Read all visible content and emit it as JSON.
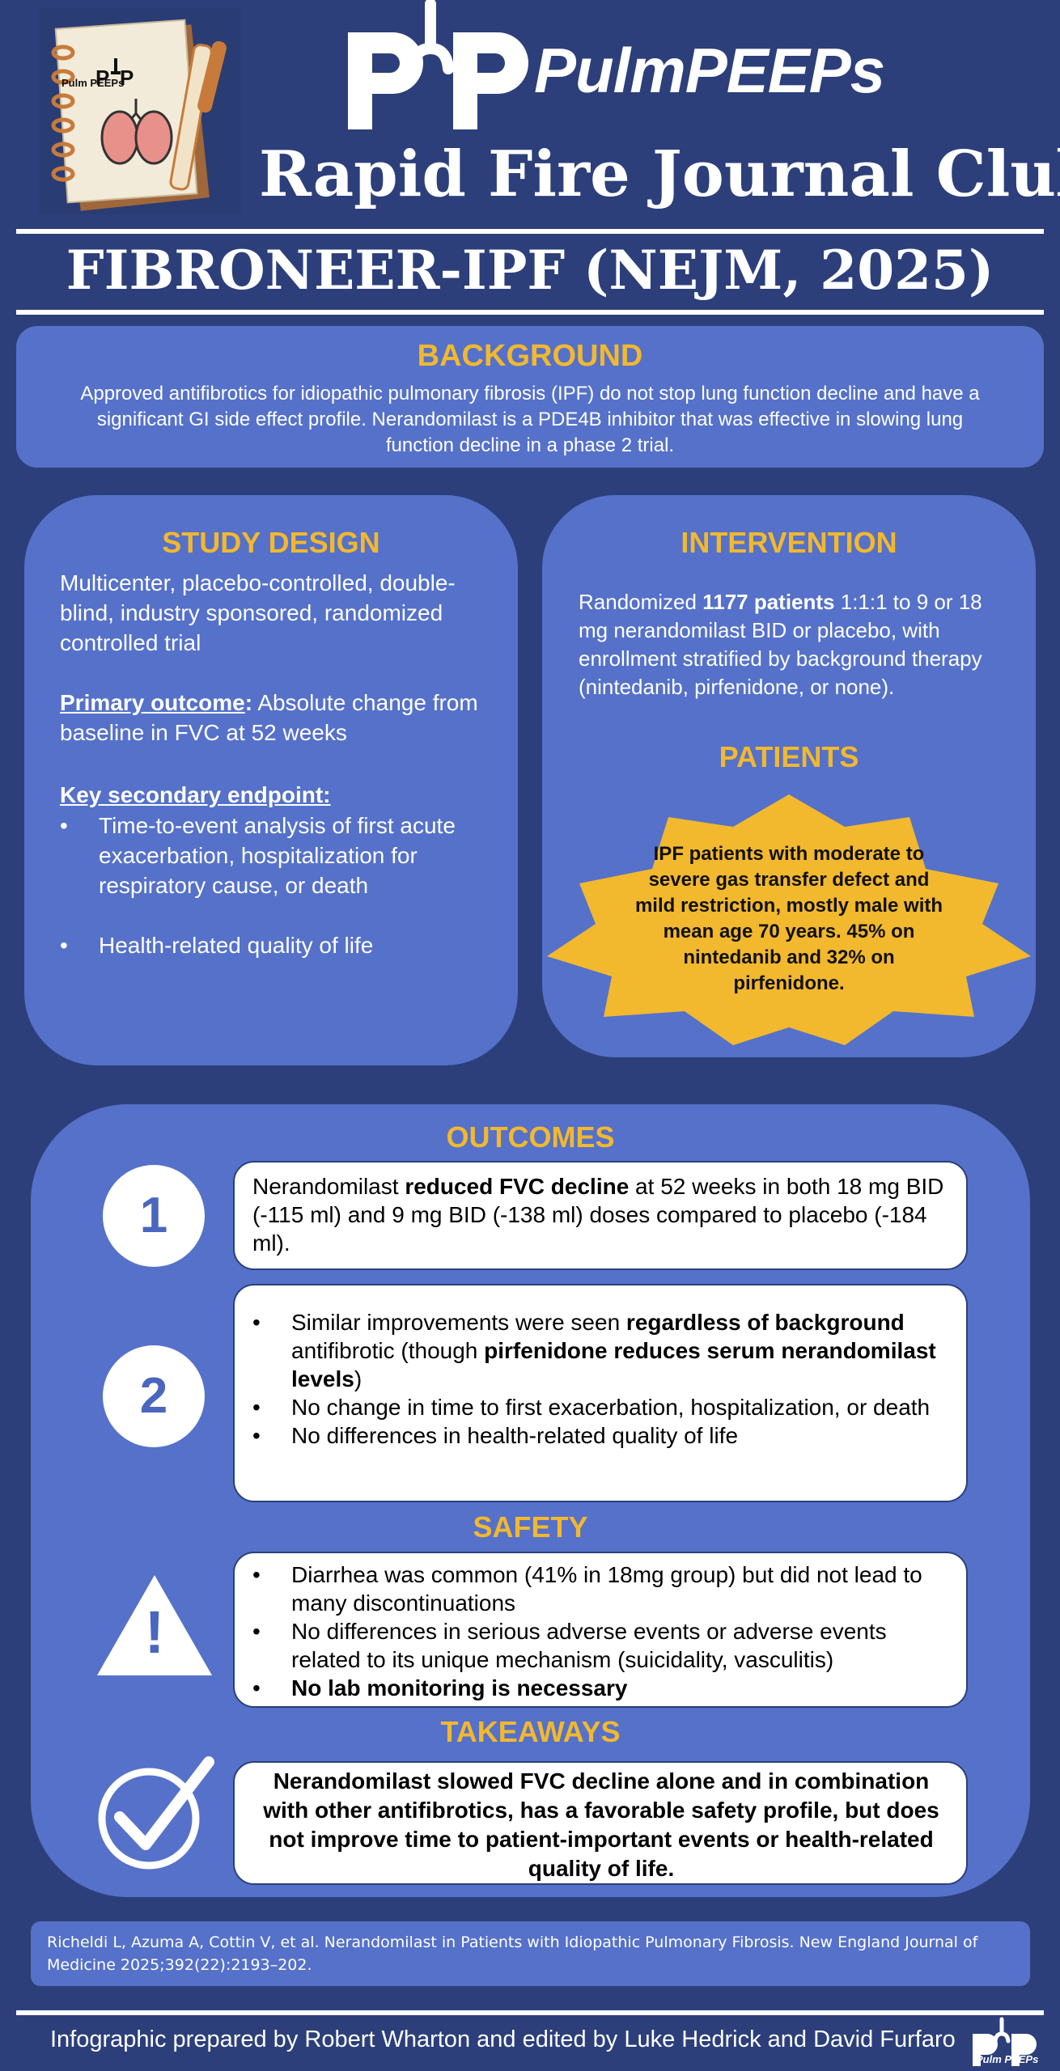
{
  "header": {
    "brand_word": "PulmPEEPs",
    "notebook_logo_text": "Pulm PEEPs",
    "series_title": "Rapid Fire Journal Club",
    "trial_title": "FIBRONEER-IPF (NEJM, 2025)"
  },
  "background": {
    "title": "BACKGROUND",
    "text": "Approved antifibrotics for idiopathic pulmonary fibrosis (IPF) do not stop lung function decline and have a significant GI side effect profile. Nerandomilast is a PDE4B inhibitor that was effective in slowing lung function decline in a phase 2 trial."
  },
  "study_design": {
    "title": "STUDY DESIGN",
    "design": "Multicenter, placebo-controlled, double-blind, industry sponsored, randomized controlled trial",
    "primary_label": "Primary outcome",
    "primary_text": " Absolute change from baseline in FVC at 52 weeks",
    "secondary_label": "Key secondary endpoint:",
    "secondary_items": [
      "Time-to-event analysis of first acute exacerbation, hospitalization for respiratory cause, or death",
      "Health-related quality of life"
    ]
  },
  "intervention": {
    "title": "INTERVENTION",
    "text_pre": "Randomized ",
    "text_bold": "1177 patients",
    "text_post": " 1:1:1 to 9 or 18 mg nerandomilast BID or placebo, with enrollment stratified by background therapy (nintedanib, pirfenidone, or none)."
  },
  "patients": {
    "title": "PATIENTS",
    "text": "IPF patients with moderate to severe gas transfer defect and mild restriction, mostly male with mean age 70 years. 45% on nintedanib and 32% on pirfenidone."
  },
  "outcomes": {
    "title": "OUTCOMES",
    "one": {
      "number": "1",
      "pre": "Nerandomilast ",
      "bold": "reduced FVC decline",
      "post": " at 52 weeks in both 18 mg BID (-115 ml) and 9 mg BID (-138 ml) doses compared to placebo (-184 ml)."
    },
    "two": {
      "number": "2",
      "b1_pre": "Similar improvements were seen ",
      "b1_bold": "regardless of background",
      "b1_mid": " antifibrotic (though ",
      "b1_bold2": "pirfenidone reduces serum nerandomilast levels",
      "b1_post": ")",
      "b2": "No change in time to first exacerbation, hospitalization, or death",
      "b3": "No differences in health-related quality of life"
    }
  },
  "safety": {
    "title": "SAFETY",
    "icon_symbol": "!",
    "b1": "Diarrhea was common (41% in 18mg group) but did not lead to many discontinuations",
    "b2": "No differences in serious adverse events or adverse events related to its unique mechanism (suicidality, vasculitis)",
    "b3": "No lab monitoring is necessary"
  },
  "takeaways": {
    "title": "TAKEAWAYS",
    "text": "Nerandomilast slowed FVC decline alone and in combination with other antifibrotics, has a favorable safety profile, but does not improve time to patient-important events or health-related quality of life."
  },
  "citation": "Richeldi L, Azuma A, Cottin V, et al. Nerandomilast in Patients with Idiopathic Pulmonary Fibrosis. New England Journal of Medicine 2025;392(22):2193–202.",
  "footer": {
    "credit": "Infographic prepared by Robert Wharton and edited by Luke Hedrick and David Furfaro",
    "logo_text": "Pulm PEEPs"
  },
  "colors": {
    "page_bg": "#2c3f7a",
    "panel_bg": "#5571c9",
    "accent_gold": "#f2b82e"
  }
}
